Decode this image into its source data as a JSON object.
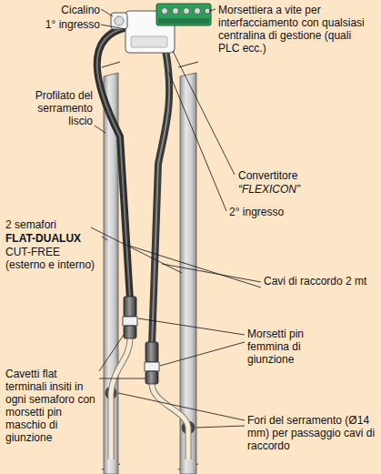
{
  "diagram": {
    "labels": [
      "Cicalino",
      "1° ingresso",
      "Morsettiera a vite per interfacciamento con qualsiasi centralina di gestione (quali PLC ecc.)",
      "Profilato del serramento liscio",
      "Convertitore",
      "“FLEXICON”",
      "2° ingresso",
      "2 semafori",
      "FLAT-DUALUX",
      "CUT-FREE (esterno e interno)",
      "Cavi di raccordo 2 mt",
      "Morsetti pin femmina di giunzione",
      "Cavetti flat terminali insiti in ogni semaforo con morsetti pin maschio di giunzione",
      "Fori del serramento (Ø14 mm) per passaggio cavi di raccordo"
    ]
  }
}
